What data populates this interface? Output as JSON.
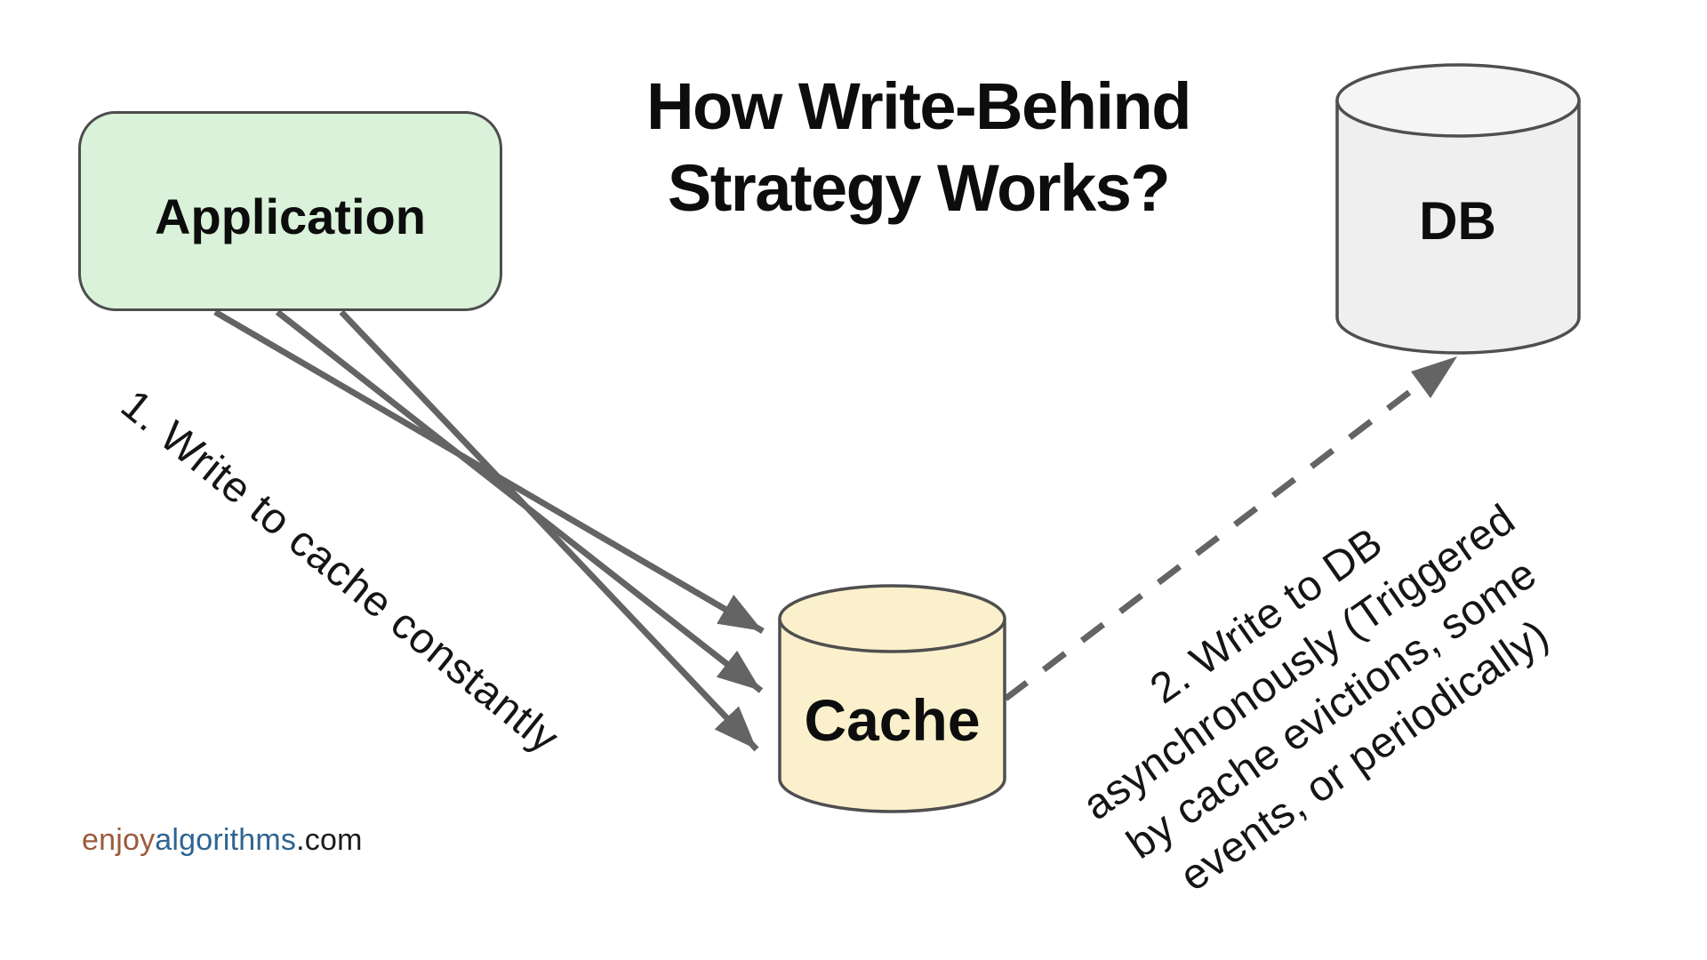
{
  "title": "How Write-Behind\nStrategy Works?",
  "nodes": {
    "application": {
      "label": "Application",
      "fill": "#d9f2d9",
      "border": "#4d4d4d",
      "shape": "rounded-rect"
    },
    "cache": {
      "label": "Cache",
      "fill": "#fbf0cc",
      "border": "#4f4f4f",
      "shape": "cylinder"
    },
    "db": {
      "label": "DB",
      "fill": "#efefef",
      "border": "#4f4f4f",
      "shape": "cylinder"
    }
  },
  "edges": {
    "app_to_cache": {
      "label": "1. Write to cache constantly",
      "style": "solid",
      "arrow_count": 3,
      "color": "#646464",
      "from": "application",
      "to": "cache"
    },
    "cache_to_db": {
      "label": "2. Write to DB\nasynchronously (Triggered\nby cache evictions, some\nevents, or periodically)",
      "style": "dashed",
      "color": "#646464",
      "from": "cache",
      "to": "db"
    }
  },
  "watermark": {
    "enjoy": "enjoy",
    "algorithms": "algorithms",
    "domain": ".com",
    "enjoy_color": "#9c5a3c",
    "algorithms_color": "#2e6593",
    "domain_color": "#1c1c1c"
  }
}
